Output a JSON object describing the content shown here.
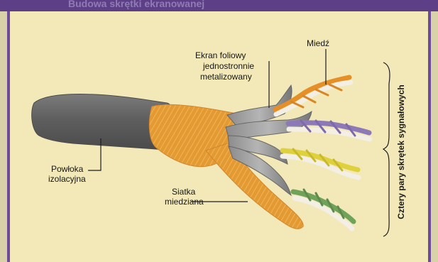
{
  "header": {
    "faint_title": "Budowa skrętki ekranowanej"
  },
  "labels": {
    "powloka_1": "Powłoka",
    "powloka_2": "izolacyjna",
    "ekran_1": "Ekran foliowy",
    "ekran_2": "jednostronnie",
    "ekran_3": "metalizowany",
    "miedz": "Miedź",
    "siatka_1": "Siatka",
    "siatka_2": "miedziana",
    "side_text": "Cztery pary skrętek sygnałowych"
  },
  "colors": {
    "purple": "#5d3f88",
    "panel": "#f2e8b8",
    "jacket": "#6e6e6e",
    "braid": "#e9a13b",
    "foil": "#8f8f8f",
    "orange": "#e88d2a",
    "purple_wire": "#8e7bb8",
    "yellow_wire": "#dfd13c",
    "green_wire": "#6fa35a",
    "white_wire": "#f4f1ea"
  }
}
